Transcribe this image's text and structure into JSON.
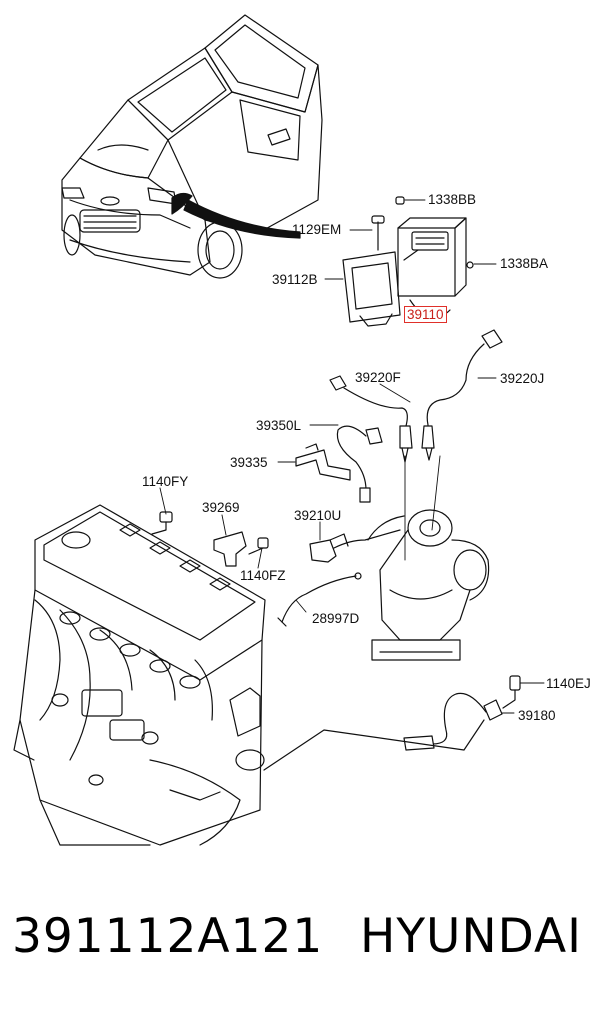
{
  "labels": {
    "p1338BB": "1338BB",
    "p1129EM": "1129EM",
    "p1338BA": "1338BA",
    "p39112B": "39112B",
    "p39110": "39110",
    "p39220F": "39220F",
    "p39220J": "39220J",
    "p39350L": "39350L",
    "p39335": "39335",
    "p1140FY": "1140FY",
    "p39269": "39269",
    "p39210U": "39210U",
    "p1140FZ": "1140FZ",
    "p28997D": "28997D",
    "p1140EJ": "1140EJ",
    "p39180": "39180"
  },
  "highlight_color": "#e0302a",
  "footer": {
    "part_number": "391112A121",
    "brand": "HYUNDAI"
  }
}
